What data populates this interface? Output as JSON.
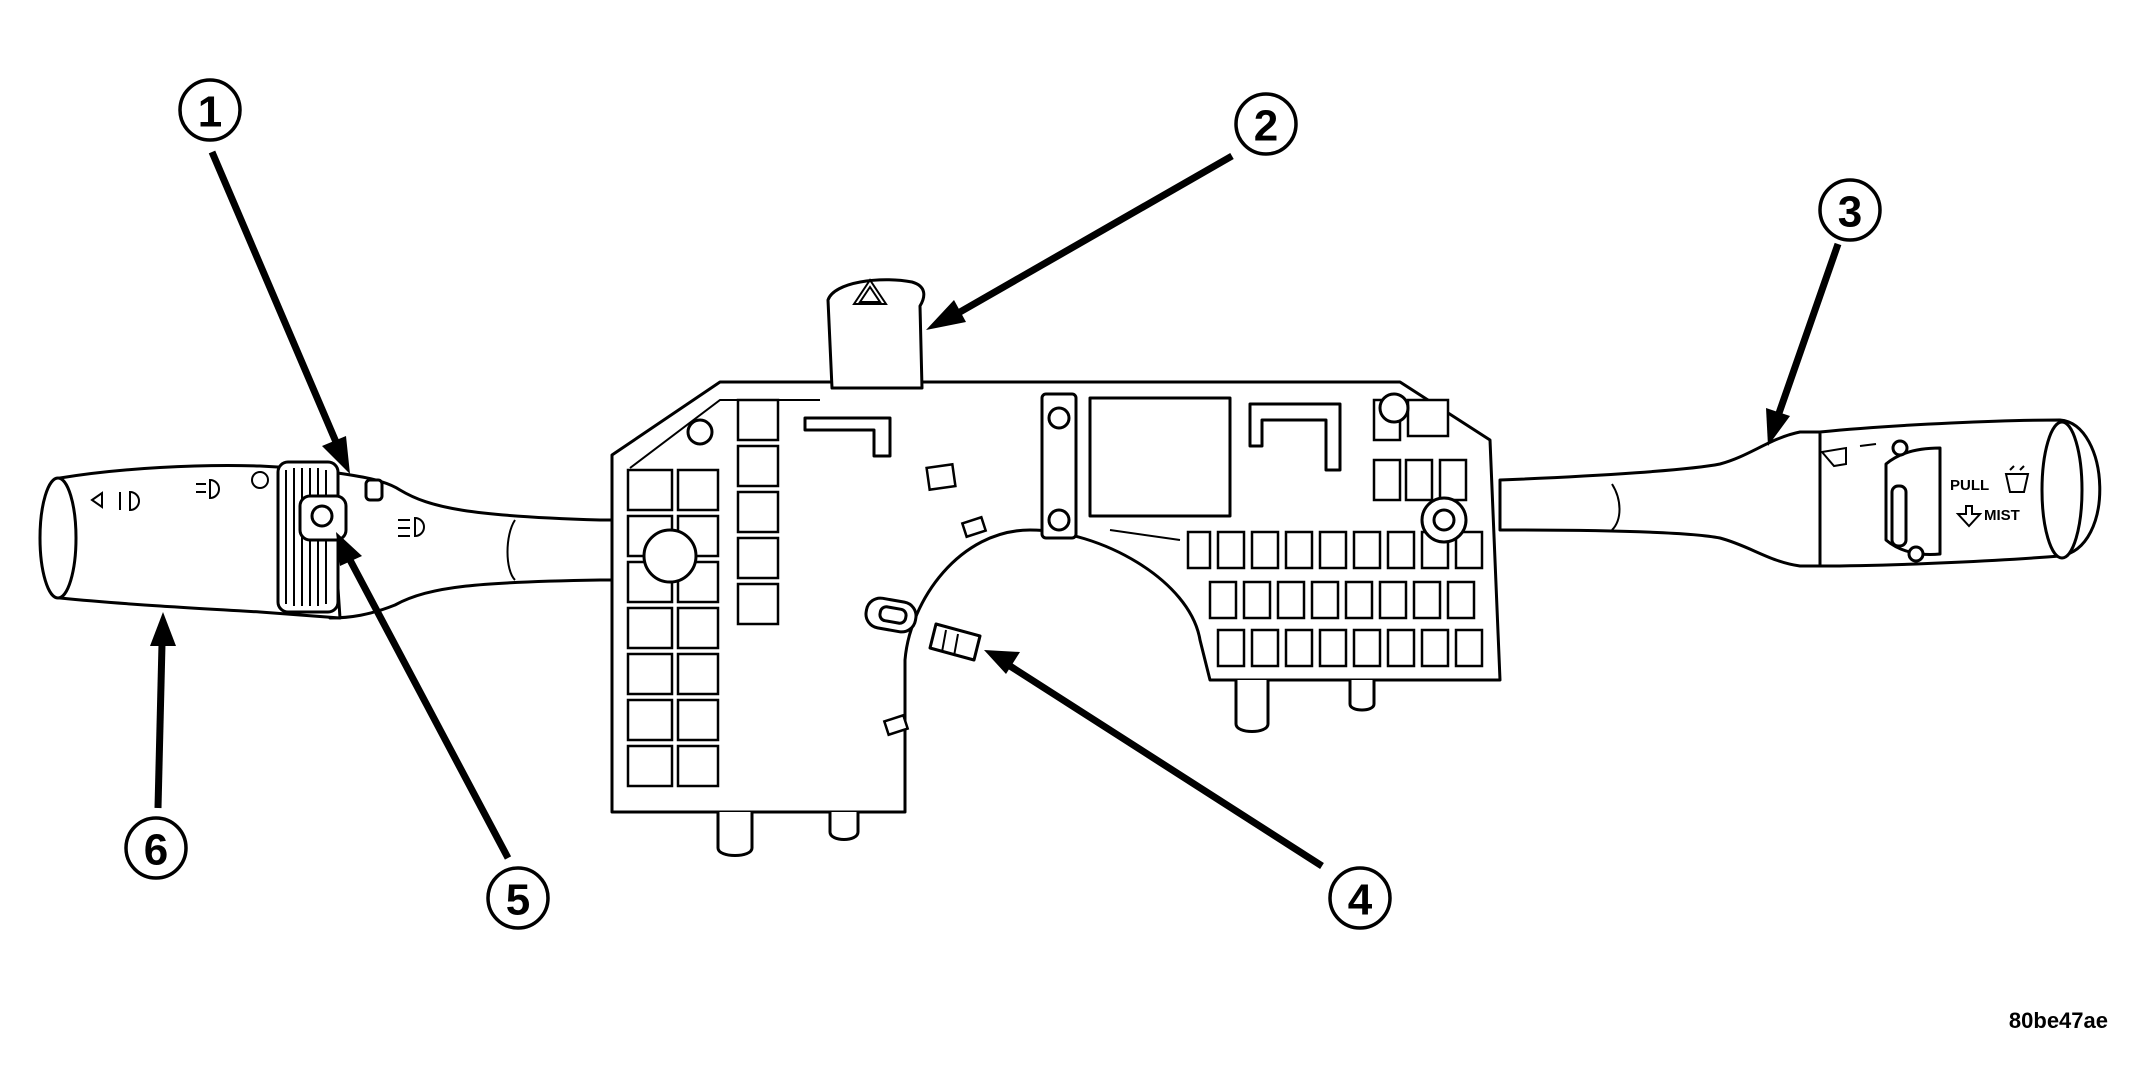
{
  "figure_id": "80be47ae",
  "callouts": [
    {
      "number": "1"
    },
    {
      "number": "2"
    },
    {
      "number": "3"
    },
    {
      "number": "4"
    },
    {
      "number": "5"
    },
    {
      "number": "6"
    }
  ],
  "wiper_stalk_labels": {
    "pull": "PULL",
    "mist": "MIST"
  },
  "colors": {
    "ink": "#000000",
    "paper": "#ffffff"
  }
}
